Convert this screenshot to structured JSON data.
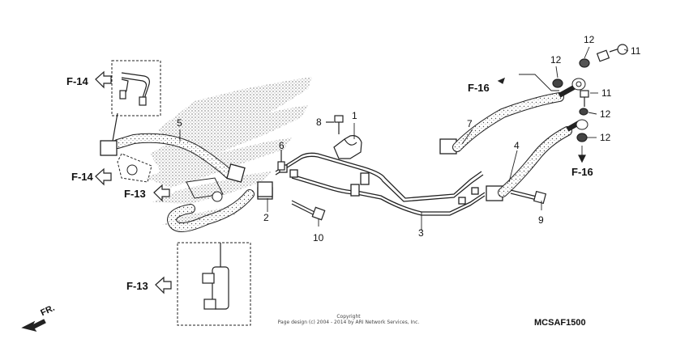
{
  "callouts": {
    "p1": "1",
    "p2": "2",
    "p3": "3",
    "p4": "4",
    "p5": "5",
    "p6": "6",
    "p7": "7",
    "p8": "8",
    "p9": "9",
    "p10": "10",
    "p11a": "11",
    "p11b": "11",
    "p12a": "12",
    "p12b": "12",
    "p12c": "12",
    "p12d": "12"
  },
  "refs": {
    "f14_top": "F-14",
    "f14_mid": "F-14",
    "f13_mid": "F-13",
    "f13_bottom": "F-13",
    "f16_top": "F-16",
    "f16_right": "F-16"
  },
  "direction_label": "FR.",
  "copyright": {
    "line1": "Copyright",
    "line2": "Page design (c) 2004 - 2014 by ARI Network Services, Inc."
  },
  "diagram_code": "MCSAF1500"
}
